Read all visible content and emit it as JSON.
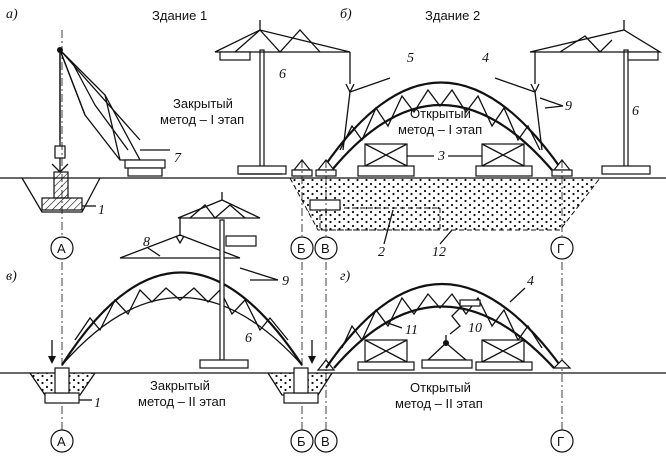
{
  "panels": {
    "a": {
      "letter": "а)",
      "title": "Здание 1",
      "caption_line1": "Закрытый",
      "caption_line2": "метод – I этап"
    },
    "b": {
      "letter": "б)",
      "title": "Здание 2",
      "caption_line1": "Открытый",
      "caption_line2": "метод – I этап"
    },
    "v": {
      "letter": "в)",
      "caption_line1": "Закрытый",
      "caption_line2": "метод – II этап"
    },
    "g": {
      "letter": "г)",
      "caption_line1": "Открытый",
      "caption_line2": "метод – II этап"
    }
  },
  "axes": {
    "A": "А",
    "B": "Б",
    "V": "В",
    "G": "Г"
  },
  "callouts": {
    "n1": "1",
    "n2": "2",
    "n3": "3",
    "n4": "4",
    "n5": "5",
    "n6": "6",
    "n7": "7",
    "n8": "8",
    "n9": "9",
    "n10": "10",
    "n11": "11",
    "n12": "12"
  }
}
